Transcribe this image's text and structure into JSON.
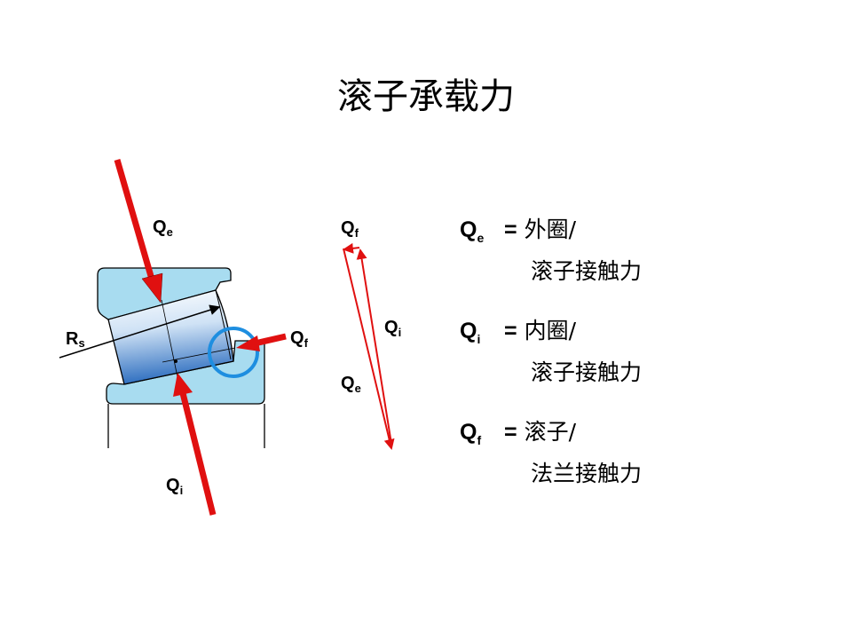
{
  "title": "滚子承载力",
  "diagram": {
    "labels": {
      "qe": "Q",
      "qe_sub": "e",
      "qi": "Q",
      "qi_sub": "i",
      "qf": "Q",
      "qf_sub": "f",
      "rs": "R",
      "rs_sub": "s"
    },
    "colors": {
      "arrow": "#e01010",
      "ring": "#a8dcf0",
      "circle": "#1e8ee0",
      "roller": "#6a9fd8"
    }
  },
  "definitions": [
    {
      "symbol": "Q",
      "sub": "e",
      "eq": "=",
      "line1": "外圈/",
      "line2": "滚子接触力"
    },
    {
      "symbol": "Q",
      "sub": "i",
      "eq": "=",
      "line1": "内圈/",
      "line2": "滚子接触力"
    },
    {
      "symbol": "Q",
      "sub": "f",
      "eq": "=",
      "line1": "滚子/",
      "line2": "法兰接触力"
    }
  ]
}
